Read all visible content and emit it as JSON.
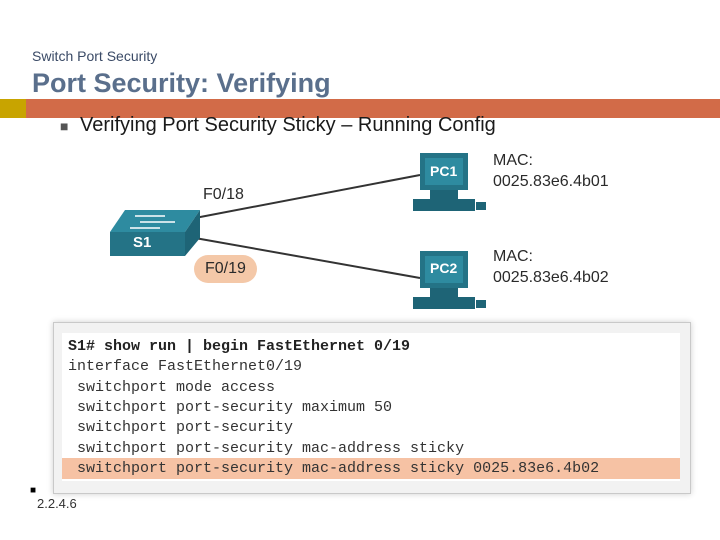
{
  "slide": {
    "section_label": "Switch Port Security",
    "title": "Port Security: Verifying",
    "bullet": "Verifying Port Security Sticky – Running Config",
    "footer_number": "2.2.4.6",
    "accent_colors": {
      "gold": "#c8a400",
      "orange": "#d26b48",
      "highlight": "#f6c2a4"
    }
  },
  "topology": {
    "switch_label": "S1",
    "interface_top": "F0/18",
    "interface_bottom": "F0/19",
    "pc1": {
      "label": "PC1",
      "mac_label": "MAC:",
      "mac_value": "0025.83e6.4b01"
    },
    "pc2": {
      "label": "PC2",
      "mac_label": "MAC:",
      "mac_value": "0025.83e6.4b02"
    }
  },
  "cli": {
    "lines": [
      "S1# show run | begin FastEthernet 0/19",
      "interface FastEthernet0/19",
      " switchport mode access",
      " switchport port-security maximum 50",
      " switchport port-security",
      " switchport port-security mac-address sticky",
      " switchport port-security mac-address sticky 0025.83e6.4b02"
    ]
  }
}
